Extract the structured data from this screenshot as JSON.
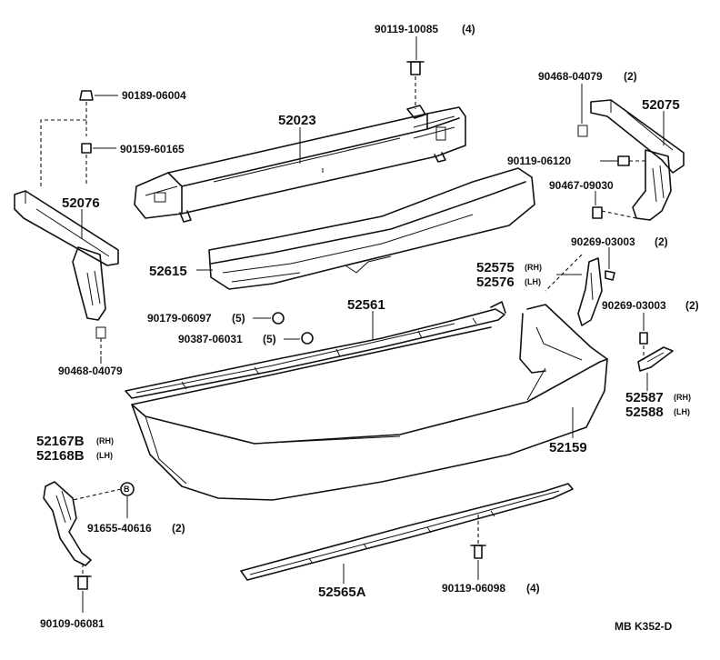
{
  "diagram": {
    "footer": "MB  K352-D",
    "parts": [
      {
        "id": "p-90119-10085",
        "number": "90119-10085",
        "qty": "(4)"
      },
      {
        "id": "p-90189-06004",
        "number": "90189-06004"
      },
      {
        "id": "p-90159-60165",
        "number": "90159-60165"
      },
      {
        "id": "p-52023",
        "number": "52023"
      },
      {
        "id": "p-90468-04079-top",
        "number": "90468-04079",
        "qty": "(2)"
      },
      {
        "id": "p-52075",
        "number": "52075"
      },
      {
        "id": "p-90119-06120",
        "number": "90119-06120"
      },
      {
        "id": "p-90467-09030",
        "number": "90467-09030"
      },
      {
        "id": "p-52076",
        "number": "52076"
      },
      {
        "id": "p-90269-03003-a",
        "number": "90269-03003",
        "qty": "(2)"
      },
      {
        "id": "p-52615",
        "number": "52615"
      },
      {
        "id": "p-52575",
        "number": "52575",
        "side": "(RH)"
      },
      {
        "id": "p-52576",
        "number": "52576",
        "side": "(LH)"
      },
      {
        "id": "p-90269-03003-b",
        "number": "90269-03003",
        "qty": "(2)"
      },
      {
        "id": "p-52561",
        "number": "52561"
      },
      {
        "id": "p-90179-06097",
        "number": "90179-06097",
        "qty": "(5)"
      },
      {
        "id": "p-90387-06031",
        "number": "90387-06031",
        "qty": "(5)"
      },
      {
        "id": "p-90468-04079-left",
        "number": "90468-04079"
      },
      {
        "id": "p-52587",
        "number": "52587",
        "side": "(RH)"
      },
      {
        "id": "p-52588",
        "number": "52588",
        "side": "(LH)"
      },
      {
        "id": "p-52167B",
        "number": "52167B",
        "side": "(RH)"
      },
      {
        "id": "p-52168B",
        "number": "52168B",
        "side": "(LH)"
      },
      {
        "id": "p-52159",
        "number": "52159"
      },
      {
        "id": "p-91655-40616",
        "number": "91655-40616",
        "qty": "(2)"
      },
      {
        "id": "p-52565A",
        "number": "52565A"
      },
      {
        "id": "p-90119-06098",
        "number": "90119-06098",
        "qty": "(4)"
      },
      {
        "id": "p-90109-06081",
        "number": "90109-06081"
      }
    ]
  }
}
